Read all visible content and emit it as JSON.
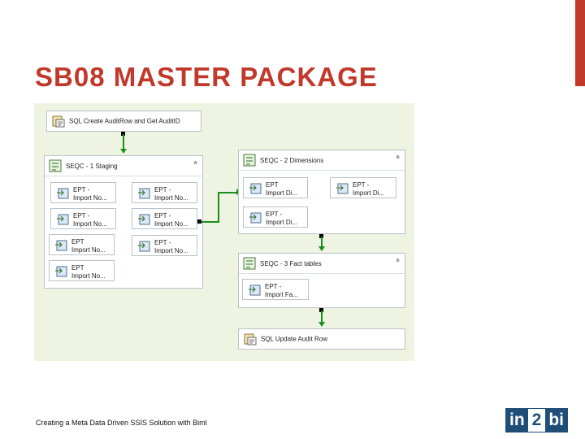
{
  "slide": {
    "title": "SB08 MASTER PACKAGE",
    "footer": "Creating a Meta Data Driven SSIS Solution with Biml",
    "logo": {
      "part1": "in",
      "part2": "2",
      "part3": "bi"
    },
    "accent_color": "#c0392b"
  },
  "package": {
    "sql_create": "SQL Create AuditRow and Get AuditID",
    "seq_staging": {
      "title": "SEQC - 1 Staging",
      "tasks": [
        {
          "line1": "EPT -",
          "line2": "Import No..."
        },
        {
          "line1": "EPT -",
          "line2": "Import No..."
        },
        {
          "line1": "EPT -",
          "line2": "Import No..."
        },
        {
          "line1": "EPT -",
          "line2": "Import No..."
        },
        {
          "line1": "EPT",
          "line2": "Import No..."
        },
        {
          "line1": "EPT -",
          "line2": "Import No..."
        },
        {
          "line1": "EPT",
          "line2": "Import No..."
        }
      ]
    },
    "seq_dimensions": {
      "title": "SEQC - 2 Dimensions",
      "tasks": [
        {
          "line1": "EPT",
          "line2": "Import Di..."
        },
        {
          "line1": "EPT -",
          "line2": "Import Di..."
        },
        {
          "line1": "EPT -",
          "line2": "Import Di..."
        }
      ]
    },
    "seq_facts": {
      "title": "SEQC - 3 Fact tables",
      "tasks": [
        {
          "line1": "EPT -",
          "line2": "Import Fa..."
        }
      ]
    },
    "sql_update": "SQL Update Audit Row",
    "collapse_glyph": "«"
  },
  "icons": [
    "sql-task-icon",
    "sequence-container-icon",
    "execute-package-task-icon"
  ],
  "colors": {
    "connector": "#1b8f1b",
    "canvas": "#eef3e2",
    "brand": "#1f4e79"
  }
}
